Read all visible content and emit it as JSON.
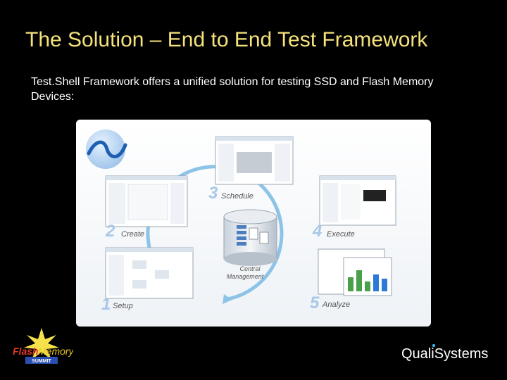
{
  "slide": {
    "title": "The Solution – End to End Test Framework",
    "subtitle": "Test.Shell Framework offers a unified solution for testing SSD and Flash Memory Devices:"
  },
  "diagram": {
    "steps": [
      {
        "number": "1",
        "label": "Setup"
      },
      {
        "number": "2",
        "label": "Create"
      },
      {
        "number": "3",
        "label": "Schedule"
      },
      {
        "number": "4",
        "label": "Execute"
      },
      {
        "number": "5",
        "label": "Analyze"
      }
    ],
    "center_label_line1": "Central",
    "center_label_line2": "Management"
  },
  "footer": {
    "left_logo_text_a": "Flash",
    "left_logo_text_b": "Memory",
    "left_logo_text_c": "SUMMIT",
    "right_logo_text_a": "Qual",
    "right_logo_text_b": "i",
    "right_logo_text_c": "Systems"
  },
  "colors": {
    "title": "#f5e27a",
    "step_number": "#a9c7e6",
    "arrow": "#8ec3e8",
    "logo_blue": "#2a7fd6"
  }
}
